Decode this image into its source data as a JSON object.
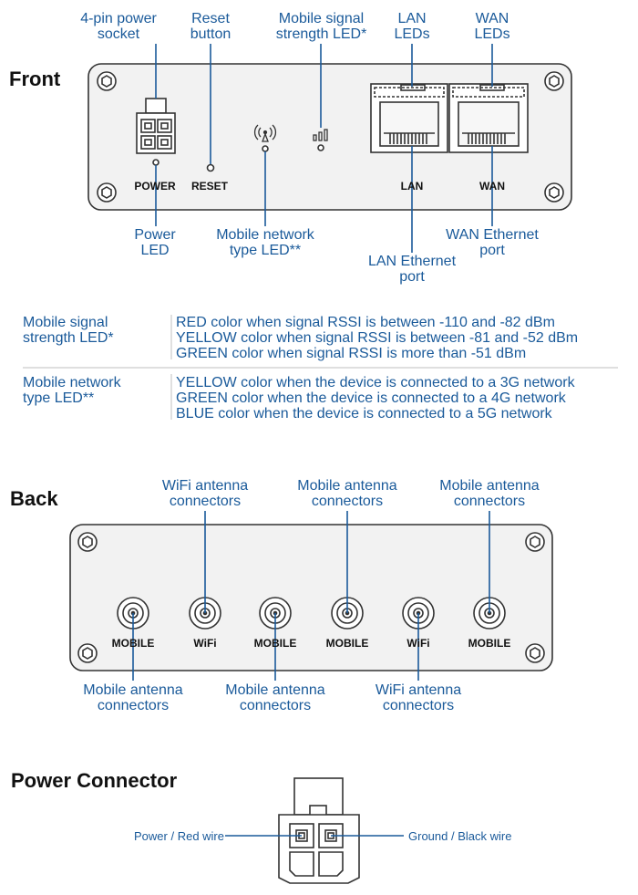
{
  "sections": {
    "front": "Front",
    "back": "Back",
    "power": "Power Connector"
  },
  "front_callouts": {
    "power_socket": "4-pin power\nsocket",
    "reset_button": "Reset\nbutton",
    "signal_led": "Mobile signal\nstrength LED*",
    "lan_leds": "LAN\nLEDs",
    "wan_leds": "WAN\nLEDs",
    "power_led": "Power\nLED",
    "network_type_led": "Mobile network\ntype LED**",
    "lan_port": "LAN Ethernet\nport",
    "wan_port": "WAN Ethernet\nport"
  },
  "front_labels": {
    "power": "POWER",
    "reset": "RESET",
    "lan": "LAN",
    "wan": "WAN"
  },
  "legend": [
    {
      "term": "Mobile signal\nstrength LED*",
      "lines": [
        "RED color when signal RSSI is between -110 and -82 dBm",
        "YELLOW color when signal RSSI is between -81 and -52 dBm",
        "GREEN color when signal RSSI is more than -51 dBm"
      ]
    },
    {
      "term": "Mobile network\ntype LED**",
      "lines": [
        "YELLOW color when the device is connected to a 3G network",
        "GREEN color when the device is connected to a 4G network",
        "BLUE color when the device is connected to a 5G network"
      ]
    }
  ],
  "back_callouts": {
    "top_wifi": "WiFi antenna\nconnectors",
    "top_mobile_1": "Mobile antenna\nconnectors",
    "top_mobile_2": "Mobile antenna\nconnectors",
    "bottom_mobile_1": "Mobile antenna\nconnectors",
    "bottom_mobile_2": "Mobile antenna\nconnectors",
    "bottom_wifi": "WiFi antenna\nconnectors"
  },
  "back_labels": [
    "MOBILE",
    "WiFi",
    "MOBILE",
    "MOBILE",
    "WiFi",
    "MOBILE"
  ],
  "power_labels": {
    "left": "Power / Red wire",
    "right": "Ground / Black wire"
  },
  "colors": {
    "callout": "#1a5a9a",
    "outline": "#333333",
    "panel_fill": "#f2f2f2"
  }
}
